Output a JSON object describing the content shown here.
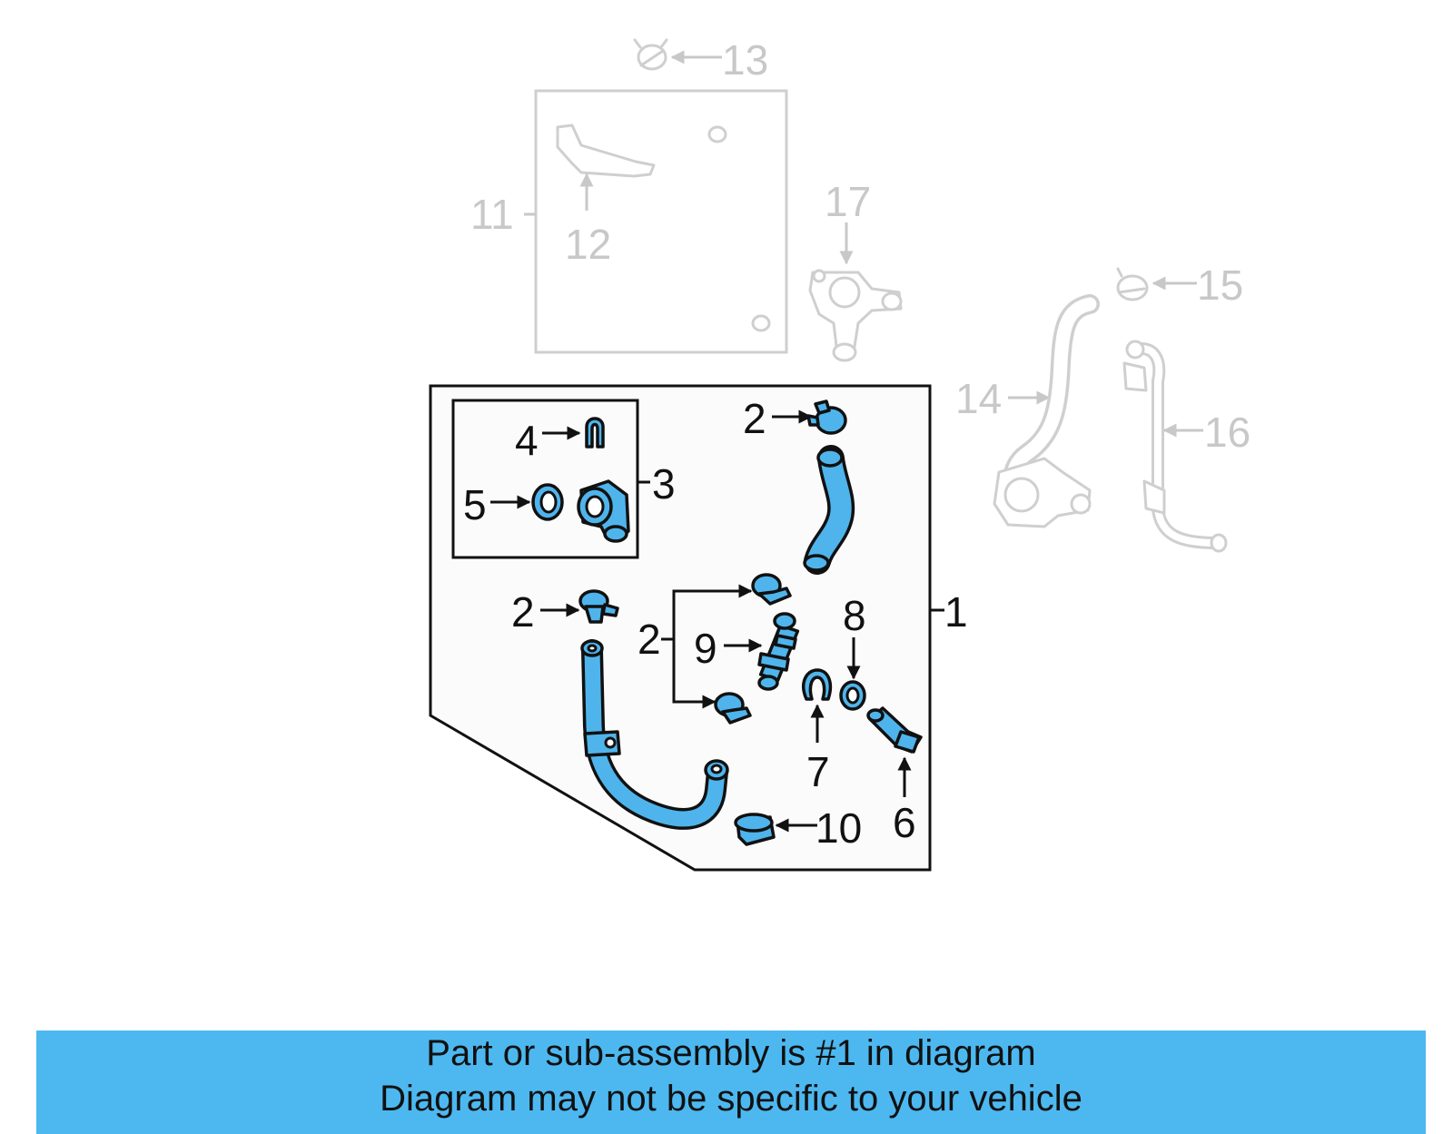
{
  "colors": {
    "highlight": "#4fb4ec",
    "banner": "#4db8f0",
    "outline": "#111111",
    "faded": "#c8c8c8"
  },
  "callouts": {
    "c1": "1",
    "c2a": "2",
    "c2b": "2",
    "c2c": "2",
    "c3": "3",
    "c4": "4",
    "c5": "5",
    "c6": "6",
    "c7": "7",
    "c8": "8",
    "c9": "9",
    "c10": "10",
    "c11": "11",
    "c12": "12",
    "c13": "13",
    "c14": "14",
    "c15": "15",
    "c16": "16",
    "c17": "17"
  },
  "banner": {
    "line1": "Part or sub-assembly is #1 in diagram",
    "line2": "Diagram may not be specific to your vehicle"
  }
}
